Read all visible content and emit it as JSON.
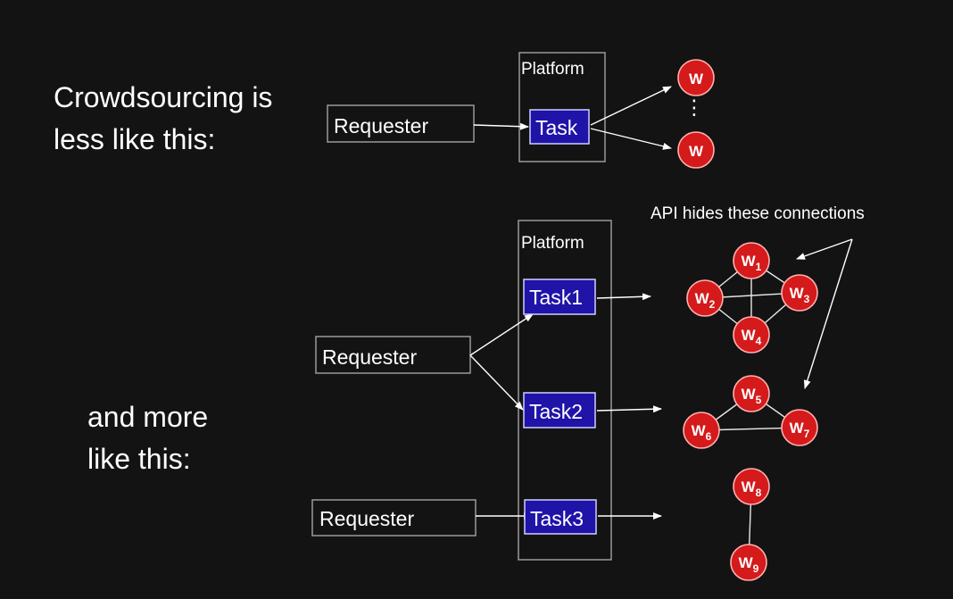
{
  "headings": {
    "top_line1": "Crowdsourcing is",
    "top_line2": "less like this:",
    "bottom_line1": "and more",
    "bottom_line2": "like this:"
  },
  "top": {
    "platform_label": "Platform",
    "requester_label": "Requester",
    "task_label": "Task",
    "worker_label": "W",
    "ellipsis": "⋮"
  },
  "bottom": {
    "platform_label": "Platform",
    "requester_label": "Requester",
    "tasks": [
      "Task1",
      "Task2",
      "Task3"
    ],
    "annotation": "API hides these connections",
    "worker_letter": "W",
    "worker_subscripts": [
      "1",
      "2",
      "3",
      "4",
      "5",
      "6",
      "7",
      "8",
      "9"
    ]
  },
  "colors": {
    "background": "#131313",
    "task_fill": "#1f13a8",
    "worker_fill": "#d41a1a"
  }
}
